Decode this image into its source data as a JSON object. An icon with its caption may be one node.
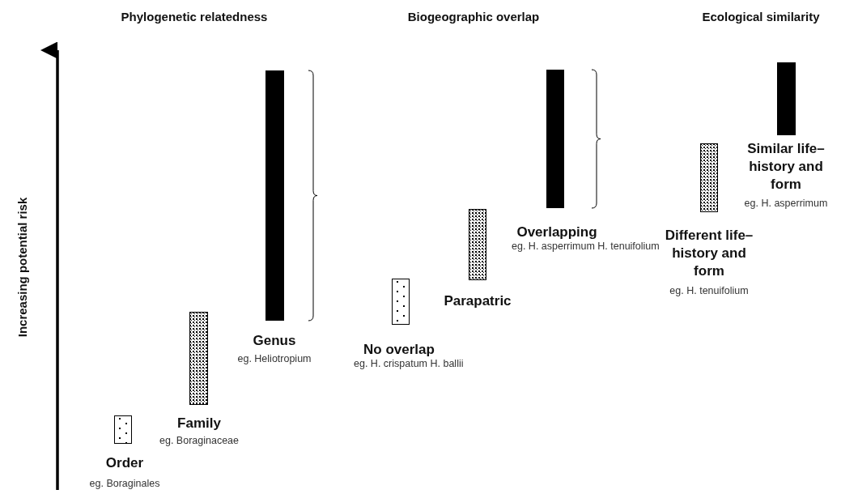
{
  "diagram": {
    "nodes": [
      {
        "text": [
          "Order",
          "eg. Boraginales"
        ]
      },
      {
        "text": [
          "Family",
          "eg. Boraginaceae"
        ]
      },
      {
        "text": [
          "Genus",
          "eg. Heliotropium"
        ]
      },
      {
        "text": [
          "No overlap",
          "eg. H. crispatum H. ballii"
        ]
      },
      {
        "text": [
          "Parapatric"
        ]
      },
      {
        "text": [
          "Overlapping",
          "eg. H. asperrimum H. tenuifolium"
        ]
      },
      {
        "text": [
          "Different life–history and form",
          "eg. H. tenuifolium"
        ]
      },
      {
        "text": [
          "Similar life–history and form",
          "eg. H. asperrimum"
        ]
      }
    ],
    "labels": [
      "Phylogenetic relatedness",
      "Biogeographic overlap",
      "Ecological similarity",
      "Increasing potential risk"
    ]
  }
}
